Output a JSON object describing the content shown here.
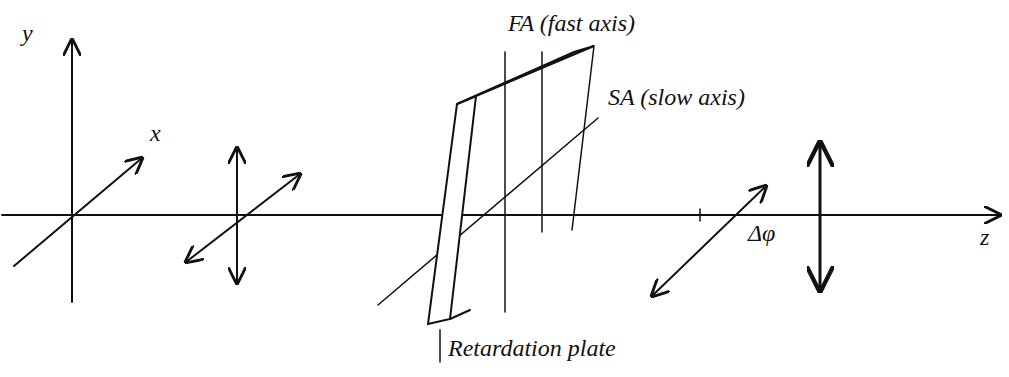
{
  "diagram": {
    "labels": [
      "FA (fast axis)",
      "y",
      "SA (slow axis)",
      "x",
      "Δφ",
      "z",
      "Retardation plate"
    ]
  }
}
